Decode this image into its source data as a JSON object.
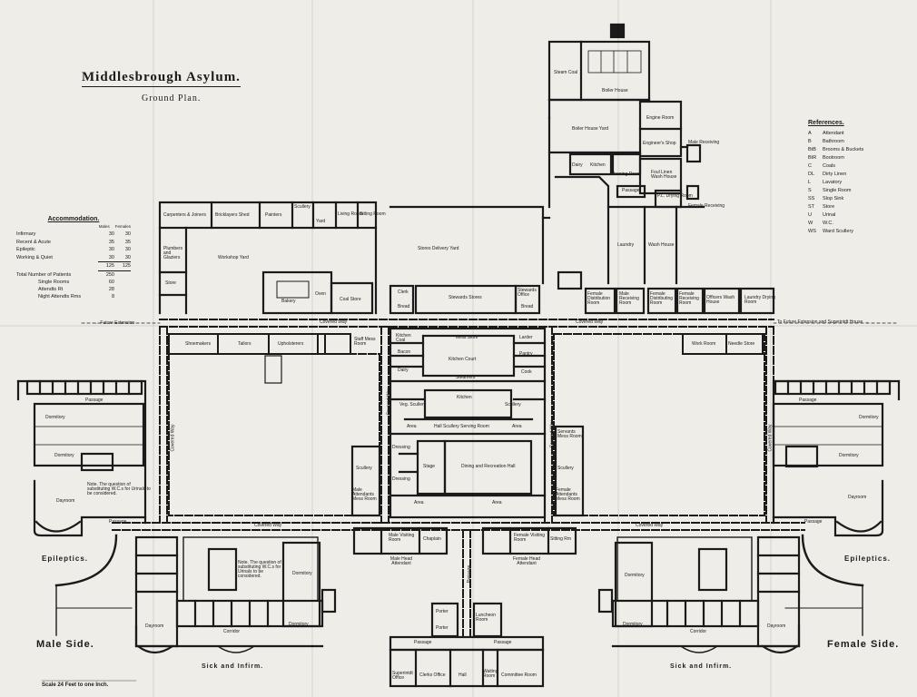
{
  "title": "Middlesbrough Asylum.",
  "subtitle": "Ground Plan.",
  "scale_note": "Scale 24 Feet to one Inch.",
  "sides": {
    "male": "Male Side.",
    "female": "Female Side."
  },
  "epileptics_left": "Epileptics.",
  "epileptics_right": "Epileptics.",
  "sick_left": "Sick and Infirm.",
  "sick_right": "Sick and Infirm.",
  "references": {
    "heading": "References.",
    "items": [
      {
        "key": "A",
        "label": "Attendant"
      },
      {
        "key": "B",
        "label": "Bathroom"
      },
      {
        "key": "BtB",
        "label": "Brooms & Buckets"
      },
      {
        "key": "BtR",
        "label": "Bootroom"
      },
      {
        "key": "C",
        "label": "Coals"
      },
      {
        "key": "DL",
        "label": "Dirty Linen"
      },
      {
        "key": "L",
        "label": "Lavatory"
      },
      {
        "key": "S",
        "label": "Single Room"
      },
      {
        "key": "SS",
        "label": "Slop Sink"
      },
      {
        "key": "ST",
        "label": "Store"
      },
      {
        "key": "U",
        "label": "Urinal"
      },
      {
        "key": "W",
        "label": "W.C."
      },
      {
        "key": "WS",
        "label": "Ward Scullery"
      }
    ]
  },
  "accommodation": {
    "heading": "Accommodation.",
    "col_males": "Males",
    "col_females": "Females",
    "rows": [
      {
        "label": "Infirmary",
        "males": "30",
        "females": "30"
      },
      {
        "label": "Recent & Acute",
        "males": "35",
        "females": "35"
      },
      {
        "label": "Epileptic",
        "males": "30",
        "females": "30"
      },
      {
        "label": "Working & Quiet",
        "males": "30",
        "females": "30"
      }
    ],
    "subtotal_males": "125",
    "subtotal_females": "125",
    "totals": [
      {
        "label": "Total Number of Patients",
        "value": "250"
      },
      {
        "label": "Single Rooms",
        "value": "60"
      },
      {
        "label": "Attendts Rt",
        "value": "28"
      },
      {
        "label": "Night Attendts Rms",
        "value": "8"
      }
    ]
  },
  "rooms": {
    "steam_coal": "Steam Coal",
    "boiler_house": "Boiler House",
    "boiler_house_yard": "Boiler House Yard",
    "engine_room": "Engine Room",
    "engineers_shop": "Engineer's Shop",
    "male_receiving": "Male Receiving",
    "dairy": "Dairy",
    "kitchen_store": "Kitchen",
    "ironing_room": "Ironing Room",
    "foul_linen": "Foul Linen Wash House",
    "passage_laundry": "Passage",
    "pl_drying": "P.L. Drying Room",
    "female_receiving": "Female Receiving",
    "laundry": "Laundry",
    "wash_house": "Wash House",
    "carpenters": "Carpenters & Joiners",
    "bricklayers": "Bricklayers Shed",
    "painters": "Painters",
    "scullery_top": "Scullery",
    "yard": "Yard",
    "living_room": "Living Room",
    "sitting_room": "Sitting Room",
    "plumbers": "Plumbers and Glaziers",
    "workshop_yard": "Workshop Yard",
    "store_left": "Store",
    "stores_delivery_yard": "Stores Delivery Yard",
    "bakery": "Bakery",
    "oven": "Oven",
    "coal_store": "Coal Store",
    "clerk": "Clerk",
    "bread": "Bread",
    "stewards_stores": "Stewards Stores",
    "stewards_office": "Stewards Office",
    "bread2": "Bread",
    "female_dist": "Female Distribution Room",
    "male_receiving_room": "Male Receiving Room",
    "female_dist2": "Female Distributing Room",
    "female_receiving_room": "Female Receiving Room",
    "officers_wash": "Officers Wash House",
    "laundry_drying": "Laundry Drying Room",
    "future_ext_left": "← Future Extension",
    "future_ext_right": "To Future Extension and Superintdt House →",
    "covered_way_top": "Covered Way",
    "covered_way_top2": "Covered Way",
    "shoemakers": "Shoemakers",
    "tailors": "Tailors",
    "upholsterers": "Upholsterers",
    "staff_mess": "Staff Mess Room",
    "kitchen_coal": "Kitchen Coal",
    "bacon": "Bacon",
    "dairy2": "Dairy",
    "meat_store": "Meat Store",
    "kitchen_court": "Kitchen Court",
    "larder": "Larder",
    "pantry": "Pantry",
    "cook": "Cook",
    "steamers": "Steamers",
    "kitchen": "Kitchen",
    "veg_scullery": "Veg. Scullery",
    "scullery": "Scullery",
    "work_room": "Work Room",
    "needle_store": "Needle Store",
    "area1": "Area",
    "hall_scullery": "Hall Scullery  Serving Room",
    "area2": "Area",
    "dressing1": "Dressing",
    "dressing2": "Dressing",
    "stage": "Stage",
    "dining_hall": "Dining and Recreation Hall",
    "area3": "Area",
    "area4": "Area",
    "scullery_l": "Scullery",
    "scullery_r": "Scullery",
    "male_att_mess": "Male Attendants Mess Room",
    "female_att_mess": "Female Attendants Mess Room",
    "servants_mess": "Servants Mess Room",
    "covered_way_mid": "Covered Way",
    "covered_way_mid2": "Covered Way",
    "covered_way_vl": "Covered Way",
    "covered_way_vr": "Covered Way",
    "covered_way_vcl": "Covered Way",
    "covered_way_vcr": "Covered Way",
    "passage_l": "Passage",
    "passage_r": "Passage",
    "passage_l2": "Passage",
    "passage_r2": "Passage",
    "dormitory_l": "Dormitory",
    "dormitory_r": "Dormitory",
    "dormitory_l2": "Dormitory",
    "dormitory_r2": "Dormitory",
    "dormitory_sl": "Dormitory",
    "dormitory_sr": "Dormitory",
    "dormitory_sl2": "Dormitory",
    "dormitory_sr2": "Dormitory",
    "dayroom_l": "Dayroom",
    "dayroom_r": "Dayroom",
    "dayroom_sl": "Dayroom",
    "dayroom_sr": "Dayroom",
    "corridor_l": "Corridor",
    "corridor_r": "Corridor",
    "visiting_l": "Male Visiting Room",
    "visiting_r": "Female Visiting Room",
    "chaplain": "Chaplain",
    "committee_l": "Sitting Rm",
    "male_head": "Male Head Attendant",
    "female_head": "Female Head Attendant",
    "porter1": "Porter",
    "porter2": "Porter",
    "luncheon": "Luncheon Room",
    "passage_c": "Passage",
    "passage_bl": "Passage",
    "passage_br": "Passage",
    "supt_office": "Superintdt Office",
    "clerks_office": "Clerks Office",
    "hall": "Hall",
    "waiting_room": "Waiting Room",
    "committee_room": "Committee Room",
    "note_left": "Note. The question of substituting W.C.s for Urinals to be considered.",
    "note_mid": "Note. The question of substituting W.C.s for Urinals to be considered."
  }
}
